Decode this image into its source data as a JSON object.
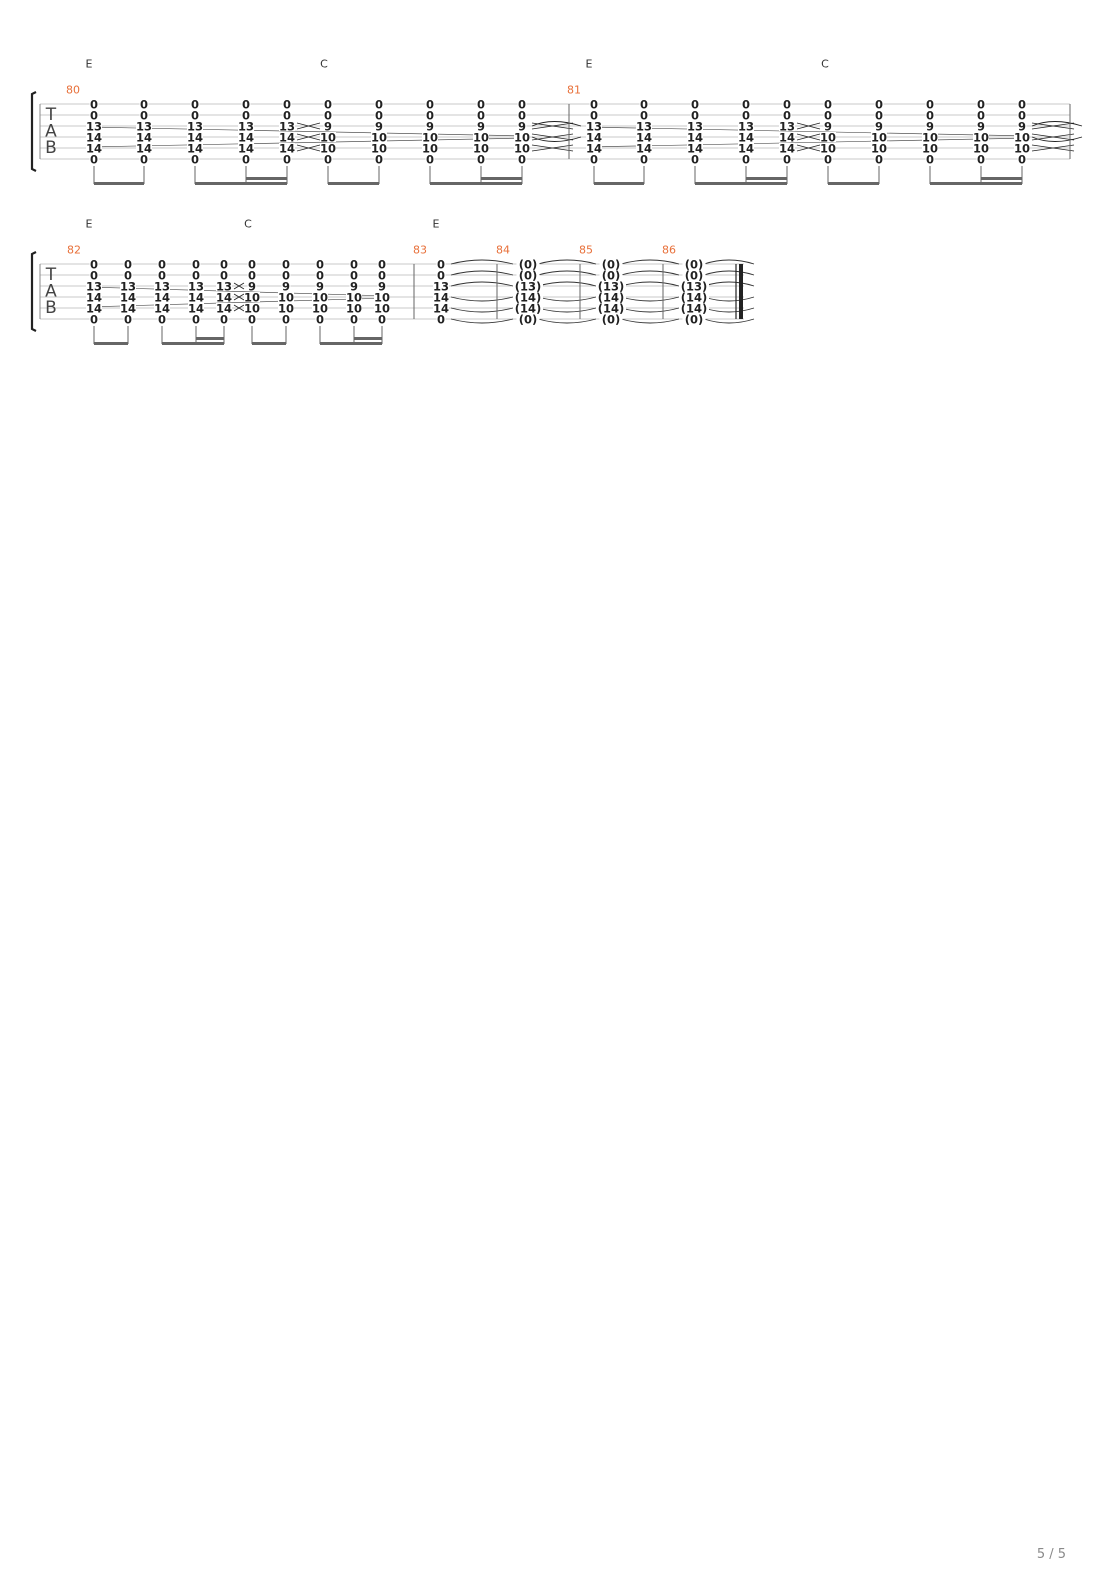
{
  "page": {
    "number_label": "5 / 5"
  },
  "tab_label": [
    "T",
    "A",
    "B"
  ],
  "colors": {
    "measure_number": "#e8703a",
    "staff_line": "#c9c9c9",
    "ink": "#222222"
  },
  "systems": [
    {
      "chords": [
        "E",
        "C",
        "E",
        "C"
      ],
      "measures": [
        {
          "number": "80",
          "beats": [
            {
              "frets": [
                "0",
                "0",
                "13",
                "14",
                "14",
                "0"
              ]
            },
            {
              "frets": [
                "0",
                "0",
                "13",
                "14",
                "14",
                "0"
              ]
            },
            {
              "frets": [
                "0",
                "0",
                "13",
                "14",
                "14",
                "0"
              ]
            },
            {
              "frets": [
                "0",
                "0",
                "13",
                "14",
                "14",
                "0"
              ]
            },
            {
              "frets": [
                "0",
                "0",
                "13",
                "14",
                "14",
                "0"
              ]
            },
            {
              "frets": [
                "0",
                "0",
                "9",
                "10",
                "10",
                "0"
              ]
            },
            {
              "frets": [
                "0",
                "0",
                "9",
                "10",
                "10",
                "0"
              ]
            },
            {
              "frets": [
                "0",
                "0",
                "9",
                "10",
                "10",
                "0"
              ]
            },
            {
              "frets": [
                "0",
                "0",
                "9",
                "10",
                "10",
                "0"
              ]
            },
            {
              "frets": [
                "0",
                "0",
                "9",
                "10",
                "10",
                "0"
              ]
            }
          ]
        },
        {
          "number": "81",
          "beats": [
            {
              "frets": [
                "0",
                "0",
                "13",
                "14",
                "14",
                "0"
              ]
            },
            {
              "frets": [
                "0",
                "0",
                "13",
                "14",
                "14",
                "0"
              ]
            },
            {
              "frets": [
                "0",
                "0",
                "13",
                "14",
                "14",
                "0"
              ]
            },
            {
              "frets": [
                "0",
                "0",
                "13",
                "14",
                "14",
                "0"
              ]
            },
            {
              "frets": [
                "0",
                "0",
                "13",
                "14",
                "14",
                "0"
              ]
            },
            {
              "frets": [
                "0",
                "0",
                "9",
                "10",
                "10",
                "0"
              ]
            },
            {
              "frets": [
                "0",
                "0",
                "9",
                "10",
                "10",
                "0"
              ]
            },
            {
              "frets": [
                "0",
                "0",
                "9",
                "10",
                "10",
                "0"
              ]
            },
            {
              "frets": [
                "0",
                "0",
                "9",
                "10",
                "10",
                "0"
              ]
            },
            {
              "frets": [
                "0",
                "0",
                "9",
                "10",
                "10",
                "0"
              ]
            }
          ]
        }
      ]
    },
    {
      "chords": [
        "E",
        "C",
        "E"
      ],
      "measures": [
        {
          "number": "82",
          "beats": [
            {
              "frets": [
                "0",
                "0",
                "13",
                "14",
                "14",
                "0"
              ]
            },
            {
              "frets": [
                "0",
                "0",
                "13",
                "14",
                "14",
                "0"
              ]
            },
            {
              "frets": [
                "0",
                "0",
                "13",
                "14",
                "14",
                "0"
              ]
            },
            {
              "frets": [
                "0",
                "0",
                "13",
                "14",
                "14",
                "0"
              ]
            },
            {
              "frets": [
                "0",
                "0",
                "13",
                "14",
                "14",
                "0"
              ]
            },
            {
              "frets": [
                "0",
                "0",
                "9",
                "10",
                "10",
                "0"
              ]
            },
            {
              "frets": [
                "0",
                "0",
                "9",
                "10",
                "10",
                "0"
              ]
            },
            {
              "frets": [
                "0",
                "0",
                "9",
                "10",
                "10",
                "0"
              ]
            },
            {
              "frets": [
                "0",
                "0",
                "9",
                "10",
                "10",
                "0"
              ]
            },
            {
              "frets": [
                "0",
                "0",
                "9",
                "10",
                "10",
                "0"
              ]
            }
          ]
        },
        {
          "number": "83",
          "beats": [
            {
              "frets": [
                "0",
                "0",
                "13",
                "14",
                "14",
                "0"
              ]
            }
          ]
        },
        {
          "number": "84",
          "beats": [
            {
              "frets": [
                "(0)",
                "(0)",
                "(13)",
                "(14)",
                "(14)",
                "(0)"
              ]
            }
          ]
        },
        {
          "number": "85",
          "beats": [
            {
              "frets": [
                "(0)",
                "(0)",
                "(13)",
                "(14)",
                "(14)",
                "(0)"
              ]
            }
          ]
        },
        {
          "number": "86",
          "beats": [
            {
              "frets": [
                "(0)",
                "(0)",
                "(13)",
                "(14)",
                "(14)",
                "(0)"
              ]
            }
          ]
        }
      ]
    }
  ]
}
